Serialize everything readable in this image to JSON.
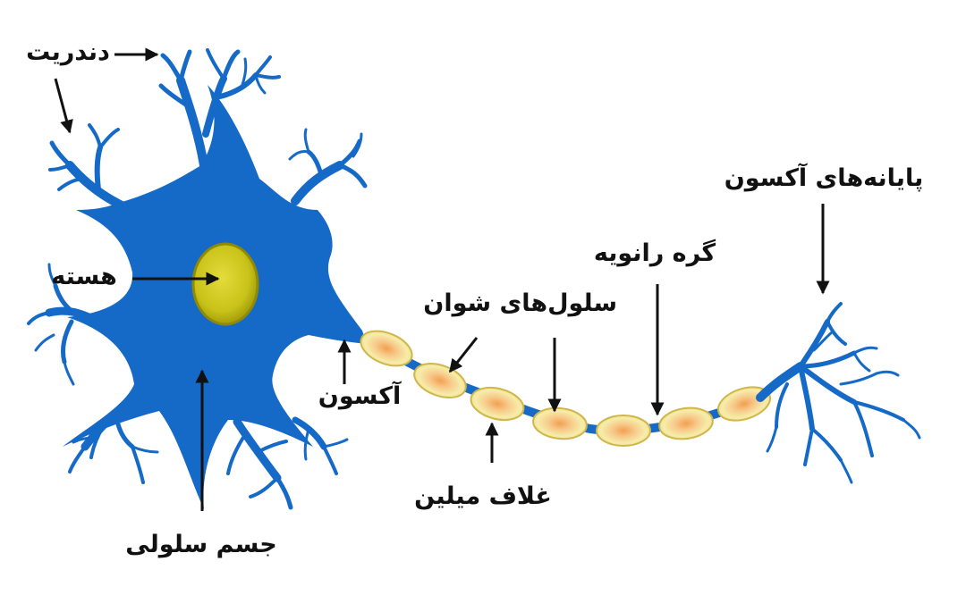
{
  "labels": {
    "dendrite": "دندریت",
    "nucleus": "هسته",
    "cell_body": "جسم سلولی",
    "axon": "آکسون",
    "schwann_cells": "سلول‌های شوان",
    "myelin_sheath": "غلاف میلین",
    "node_of_ranvier": "گره رانویه",
    "axon_terminals": "پایانه‌های آکسون"
  },
  "colors": {
    "neuron_blue": "#1569c7",
    "nucleus_fill": "#c8c21a",
    "nucleus_stroke": "#8f8a00",
    "myelin_fill": "#f5eba0",
    "myelin_stroke": "#d0b64a",
    "schwann_core": "#f2a050",
    "arrow": "#111111"
  }
}
